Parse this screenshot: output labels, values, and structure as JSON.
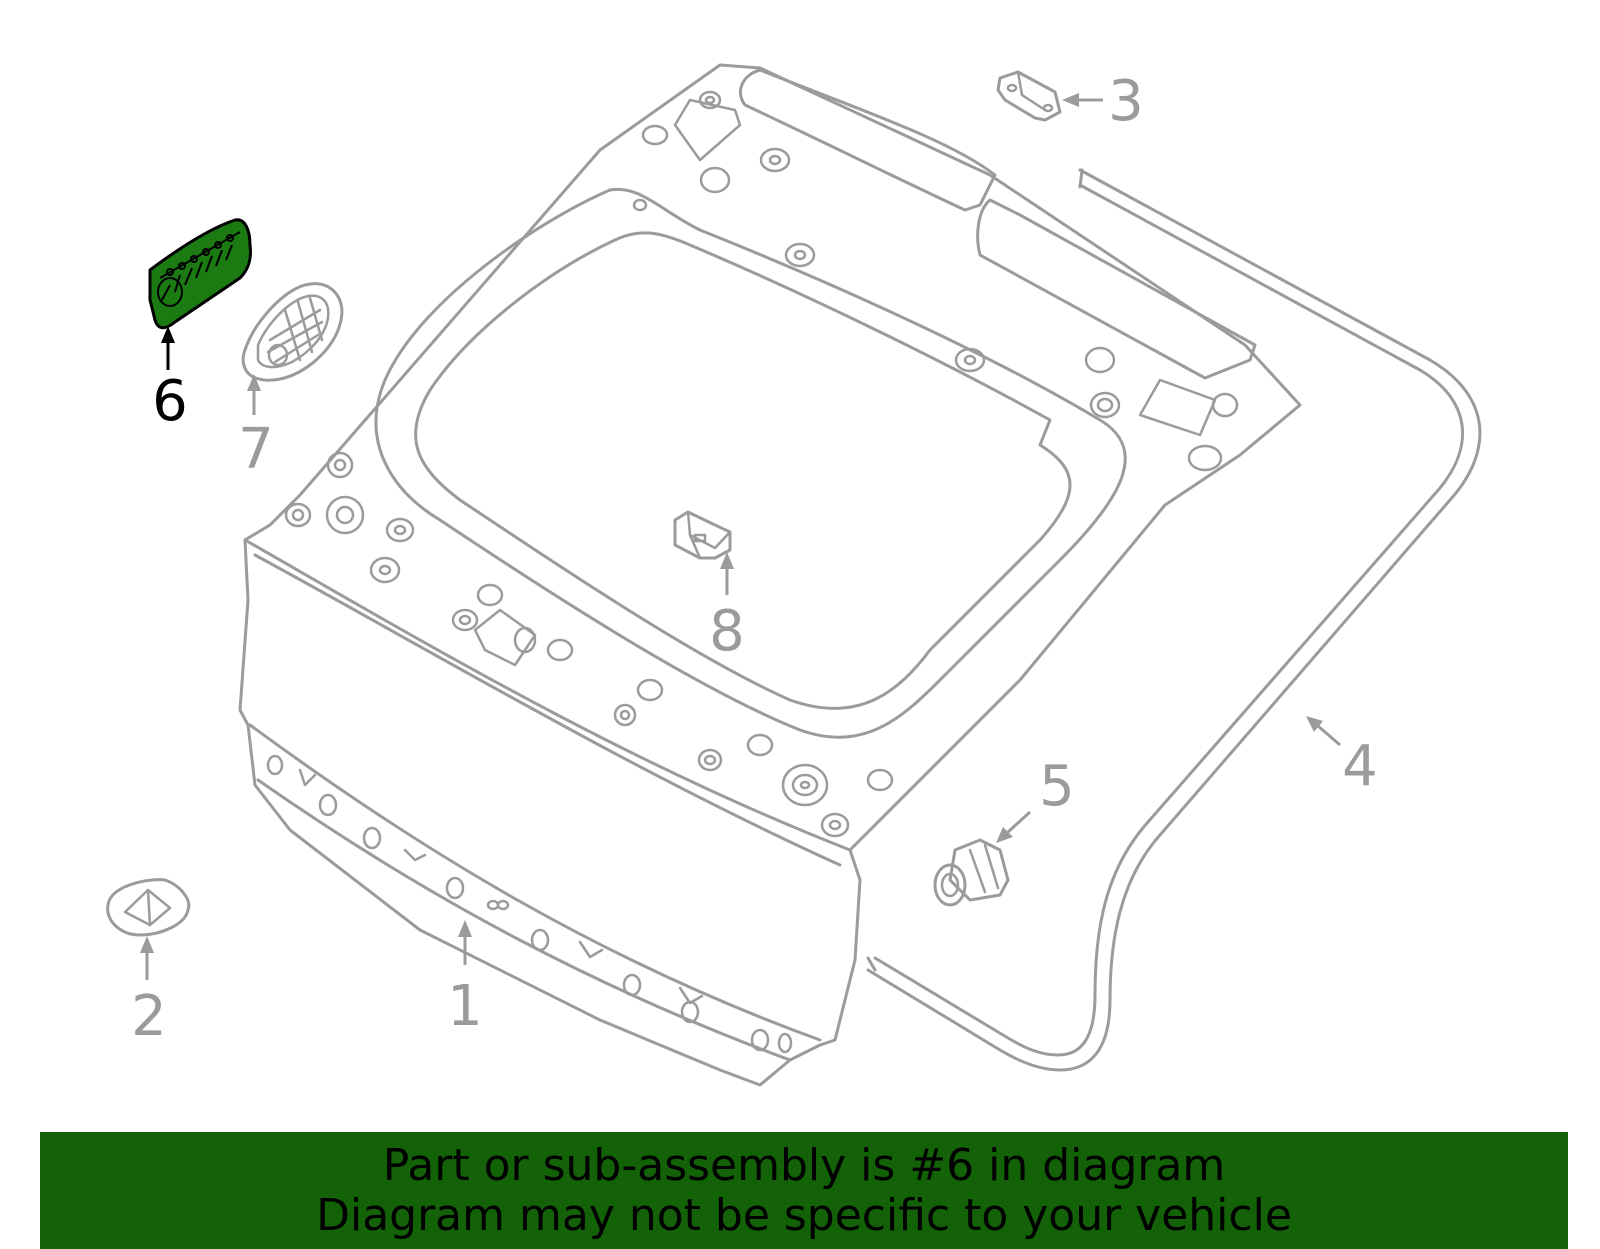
{
  "colors": {
    "highlight_fill": "#1b7a12",
    "banner_bg": "#136208",
    "part_stroke": "#9b9b9b",
    "active_stroke": "#000000"
  },
  "callouts": {
    "c1": "1",
    "c2": "2",
    "c3": "3",
    "c4": "4",
    "c5": "5",
    "c6": "6",
    "c7": "7",
    "c8": "8"
  },
  "highlighted_part": "6",
  "banner": {
    "line1": "Part or sub-assembly is #6 in diagram",
    "line2": "Diagram may not be specific to your vehicle"
  }
}
